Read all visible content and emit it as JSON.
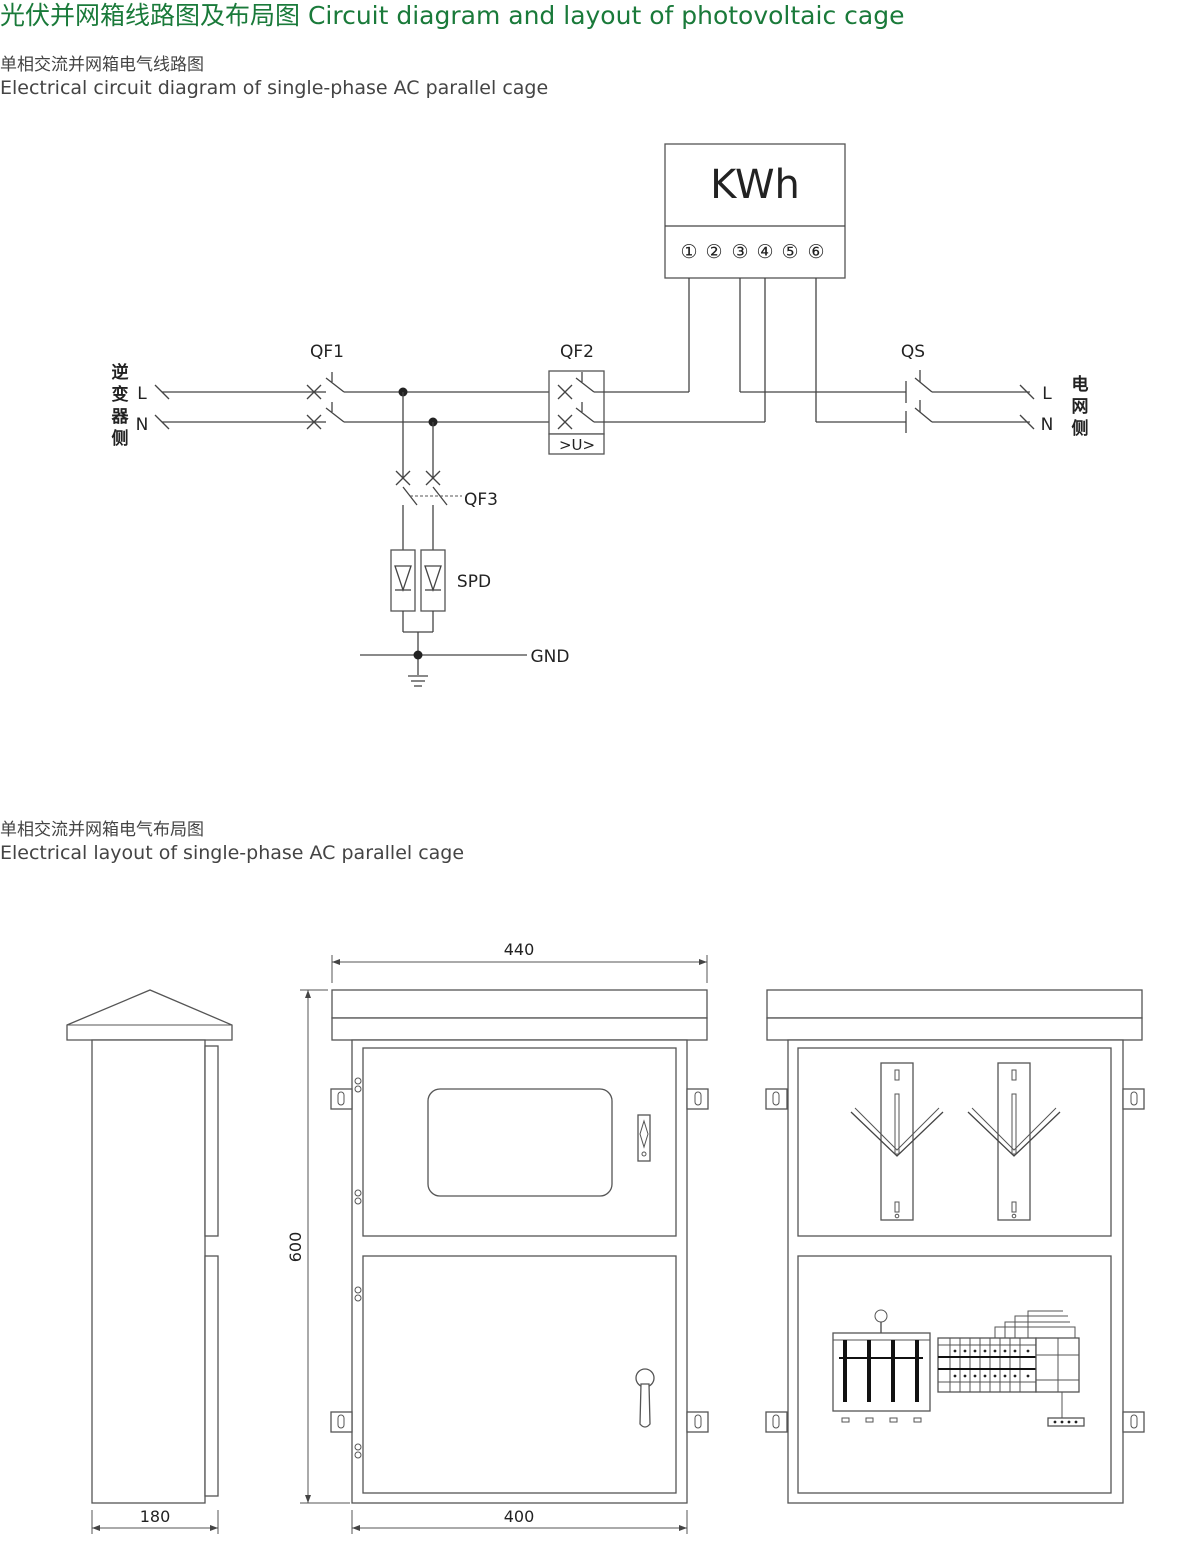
{
  "header": {
    "title": "光伏并网箱线路图及布局图 Circuit diagram and layout of photovoltaic cage"
  },
  "circuit_section": {
    "caption_cn": "单相交流并网箱电气线路图",
    "caption_en": "Electrical circuit diagram of single-phase AC parallel cage"
  },
  "layout_section": {
    "caption_cn": "单相交流并网箱电气布局图",
    "caption_en": "Electrical layout of single-phase AC parallel cage"
  },
  "circuit": {
    "meter_label": "KWh",
    "meter_terminals": [
      "①",
      "②",
      "③",
      "④",
      "⑤",
      "⑥"
    ],
    "qf1": "QF1",
    "qf2": "QF2",
    "qf3": "QF3",
    "qs": "QS",
    "spd": "SPD",
    "gnd": "GND",
    "undervoltage": ">U>",
    "left_side": [
      "逆",
      "变",
      "器",
      "侧"
    ],
    "right_side": [
      "电",
      "网",
      "侧"
    ],
    "line_l": "L",
    "line_n": "N"
  },
  "dimensions": {
    "top_width": "440",
    "height": "600",
    "side_width": "180",
    "bottom_width": "400"
  }
}
